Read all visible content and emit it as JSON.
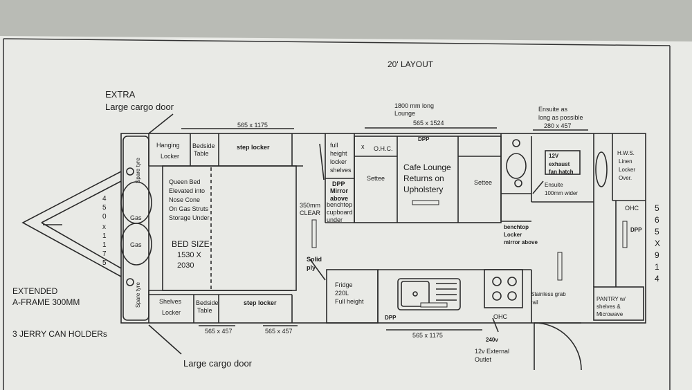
{
  "title": "20' LAYOUT",
  "outside": {
    "extra_label": "EXTRA",
    "large_cargo_door_top": "Large cargo door",
    "large_cargo_door_bottom": "Large cargo door",
    "extended_line1": "EXTENDED",
    "extended_line2": "A-FRAME 300MM",
    "jerry": "3 JERRY CAN HOLDERs",
    "lounge_note1": "1800 mm long",
    "lounge_note2": "Lounge",
    "dim_top_left": "565 x 1175",
    "dim_top_lounge": "565 x 1524",
    "ensuite_note1": "Ensuite as",
    "ensuite_note2": "long as possible",
    "dim_ensuite": "280 x 457",
    "dim_bottom_1": "565 x 457",
    "dim_bottom_2": "565 x 457",
    "dim_bottom_kitchen": "565 x 1175",
    "power_240": "240v",
    "ext_outlet1": "12v External",
    "ext_outlet2": "Outlet",
    "side_dim": [
      "5",
      "6",
      "5",
      "X",
      "9",
      "1",
      "4"
    ],
    "aframe_dim": [
      "4",
      "5",
      "0",
      "x",
      "1",
      "1",
      "7",
      "5"
    ]
  },
  "rooms": {
    "hanging_locker": [
      "Hanging",
      "Locker"
    ],
    "bedside_top": [
      "Bedside",
      "Table"
    ],
    "step_locker_top": "step locker",
    "spare_tyre_top": "Spare tyre",
    "spare_tyre_bottom": "Spare tyre",
    "gas1": "Gas",
    "gas2": "Gas",
    "bed_lines": [
      "Queen Bed",
      "Elevated into",
      "Nose Cone",
      "On Gas Struts",
      "Storage Under"
    ],
    "bed_size": [
      "BED SIZE",
      "1530 X",
      "2030"
    ],
    "shelves_locker": [
      "Shelves",
      "Locker"
    ],
    "bedside_bottom": [
      "Bedside",
      "Table"
    ],
    "step_locker_bottom": "step locker",
    "clear_350": [
      "350mm",
      "CLEAR"
    ],
    "solid_ply": [
      "Solid",
      "ply"
    ],
    "full_height": [
      "full",
      "height",
      "locker",
      "shelves"
    ],
    "dpp_mirror": [
      "DPP",
      "Mirror",
      "above"
    ],
    "benchtop_cupboard": [
      "benchtop",
      "cupboard",
      "under"
    ],
    "ohc_lounge": "O.H.C.",
    "x_mark": "x",
    "dpp_lounge": "DPP",
    "settee_left": "Settee",
    "settee_right": "Settee",
    "cafe_lounge": [
      "Cafe Lounge",
      "Returns on",
      "Upholstery"
    ],
    "fan_hatch": [
      "12V",
      "exhaust",
      "fan hatch"
    ],
    "ensuite_wider": [
      "Ensuite",
      "100mm wider"
    ],
    "benchtop_locker": [
      "benchtop",
      "Locker",
      "mirror above"
    ],
    "hws": [
      "H.W.S.",
      "Linen",
      "Locker",
      "Over."
    ],
    "ohc_right": "OHC",
    "dpp_right": "DPP",
    "fridge": [
      "Fridge",
      "220L",
      "Full height"
    ],
    "dpp_kitchen": "DPP",
    "ohc_kitchen": "OHC",
    "grab_rail": [
      "Stainless grab",
      "rail"
    ],
    "pantry": [
      "PANTRY w/",
      "shelves &",
      "Microwave"
    ]
  },
  "colors": {
    "paper": "#e9eae6",
    "line": "#2a2a2a",
    "background": "#b9bbb5"
  }
}
